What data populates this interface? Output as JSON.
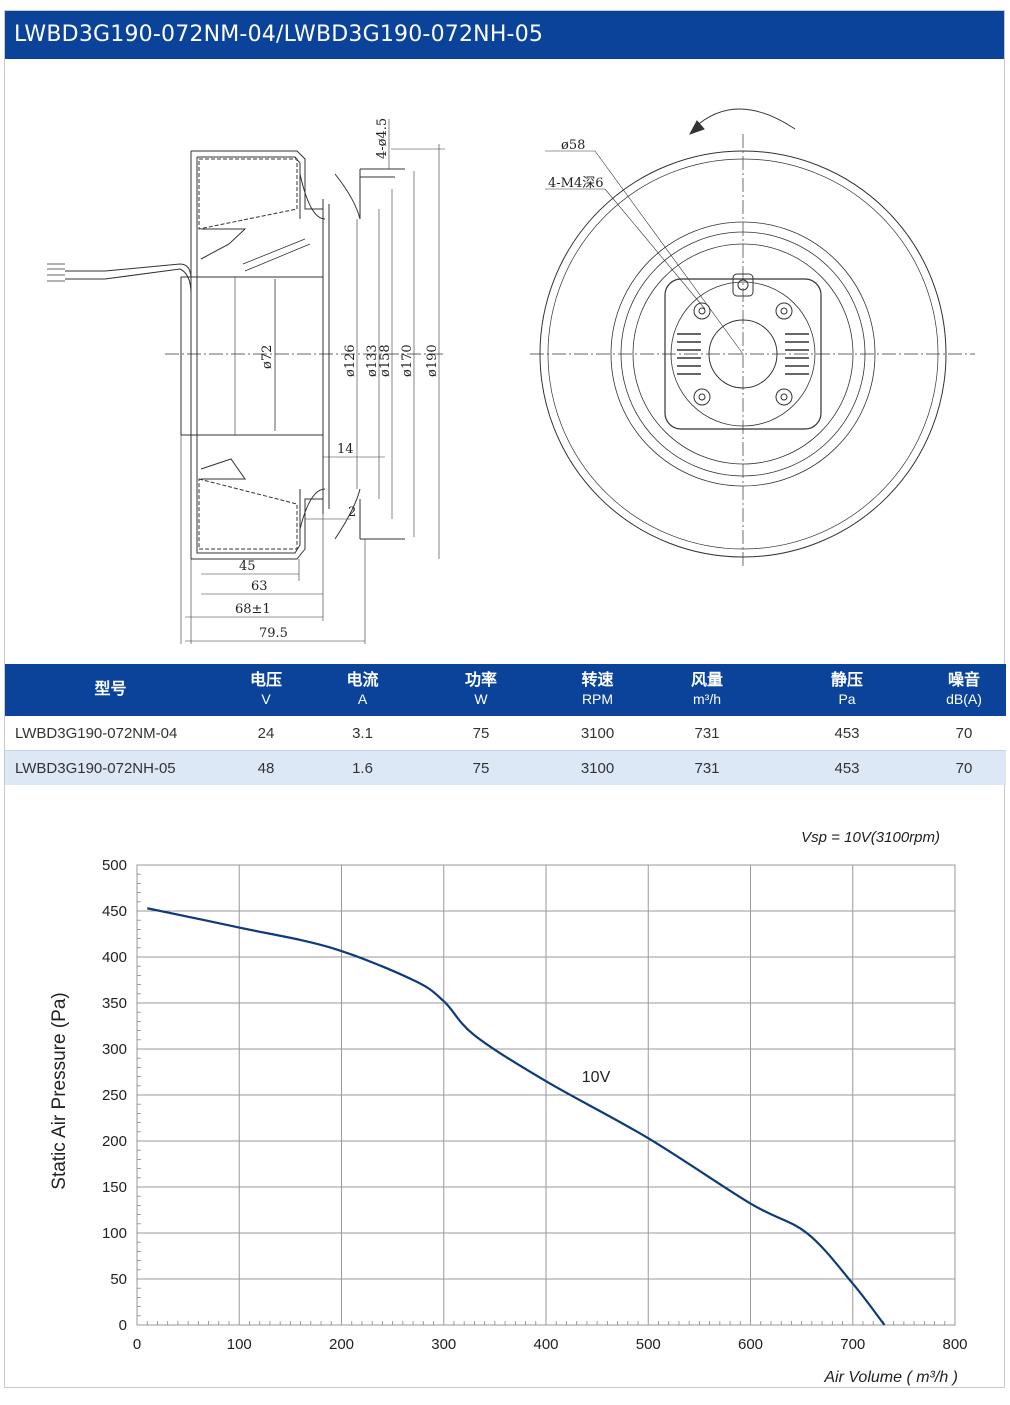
{
  "header": {
    "title": "LWBD3G190-072NM-04/LWBD3G190-072NH-05"
  },
  "drawing": {
    "side_view": {
      "dim_hole": "4-ø4.5",
      "dim_d72": "ø72",
      "dim_d126": "ø126",
      "dim_d133": "ø133",
      "dim_d158": "ø158",
      "dim_d170": "ø170",
      "dim_d190": "ø190",
      "dim_14": "14",
      "dim_2": "2",
      "dim_45": "45",
      "dim_63": "63",
      "dim_68": "68±1",
      "dim_79": "79.5"
    },
    "front_view": {
      "dim_d58": "ø58",
      "dim_thread": "4-M4深6"
    }
  },
  "spec_table": {
    "headers": [
      {
        "label": "型号",
        "unit": ""
      },
      {
        "label": "电压",
        "unit": "V"
      },
      {
        "label": "电流",
        "unit": "A"
      },
      {
        "label": "功率",
        "unit": "W"
      },
      {
        "label": "转速",
        "unit": "RPM"
      },
      {
        "label": "风量",
        "unit": "m³/h"
      },
      {
        "label": "静压",
        "unit": "Pa"
      },
      {
        "label": "噪音",
        "unit": "dB(A)"
      }
    ],
    "rows": [
      [
        "LWBD3G190-072NM-04",
        "24",
        "3.1",
        "75",
        "3100",
        "731",
        "453",
        "70"
      ],
      [
        "LWBD3G190-072NH-05",
        "48",
        "1.6",
        "75",
        "3100",
        "731",
        "453",
        "70"
      ]
    ]
  },
  "chart_data": {
    "type": "line",
    "annotation": "Vsp = 10V(3100rpm)",
    "ylabel": "Static Air Pressure  (Pa)",
    "xlabel": "Air Volume ( m³/h )",
    "xlim": [
      0,
      800
    ],
    "ylim": [
      0,
      500
    ],
    "xticks": [
      0,
      100,
      200,
      300,
      400,
      500,
      600,
      700,
      800
    ],
    "yticks": [
      0,
      50,
      100,
      150,
      200,
      250,
      300,
      350,
      400,
      450,
      500
    ],
    "grid": true,
    "series": [
      {
        "name": "10V",
        "color": "#0f3b7a",
        "x": [
          10,
          100,
          190,
          270,
          300,
          330,
          400,
          500,
          600,
          655,
          700,
          731
        ],
        "y": [
          453,
          432,
          410,
          375,
          352,
          315,
          265,
          203,
          132,
          100,
          45,
          0
        ]
      }
    ]
  }
}
